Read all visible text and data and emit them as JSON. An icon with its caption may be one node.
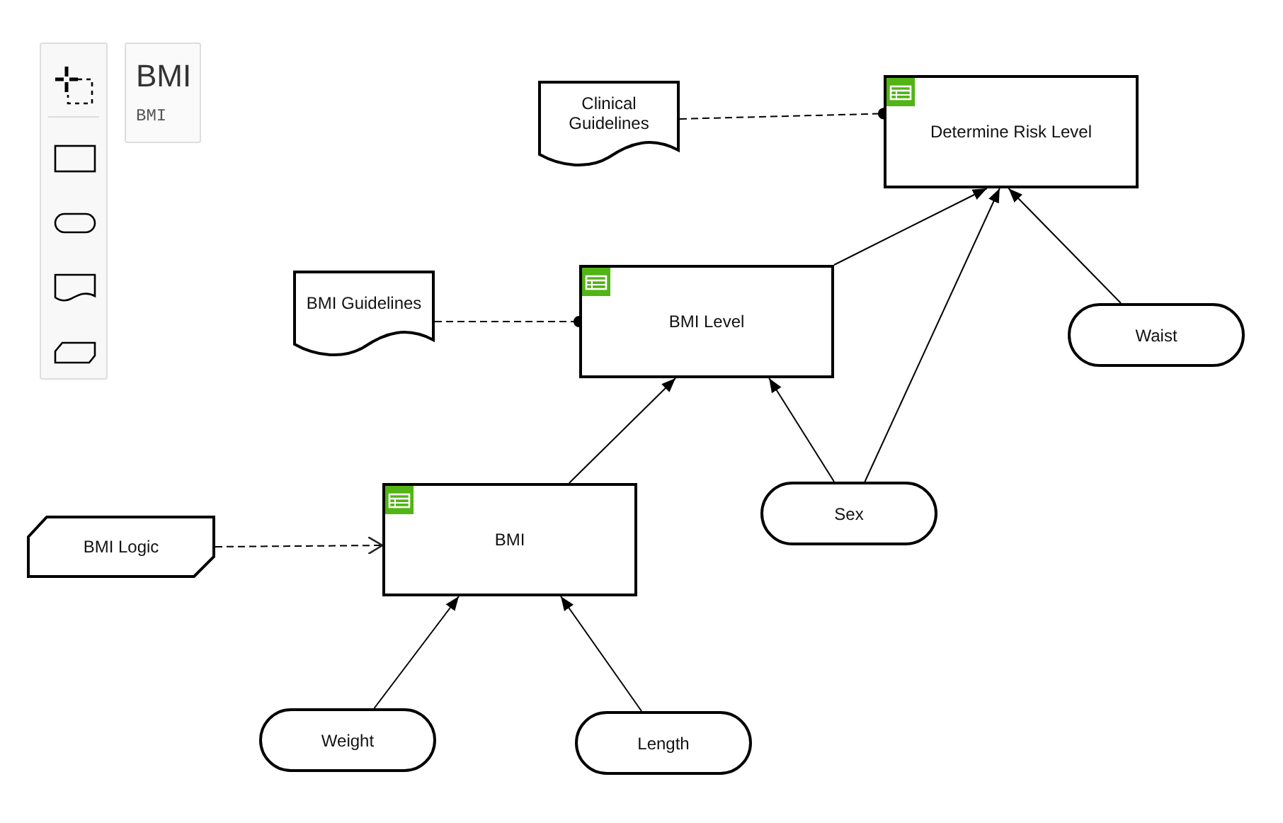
{
  "diagram": {
    "nodes": [
      {
        "text": [
          "Clinical Guidelines"
        ]
      },
      {
        "text": [
          "Determine Risk Level"
        ]
      },
      {
        "text": [
          "BMI Guidelines"
        ]
      },
      {
        "text": [
          "BMI Level"
        ]
      },
      {
        "text": [
          "Waist"
        ]
      },
      {
        "text": [
          "BMI Logic"
        ]
      },
      {
        "text": [
          "BMI"
        ]
      },
      {
        "text": [
          "Sex"
        ]
      },
      {
        "text": [
          "Weight"
        ]
      },
      {
        "text": [
          "Length"
        ]
      }
    ],
    "edges": [
      {
        "from": 0,
        "to": 1,
        "arrow": "other",
        "style": "dashed"
      },
      {
        "from": 2,
        "to": 3,
        "arrow": "other",
        "style": "dashed"
      },
      {
        "from": 3,
        "to": 1,
        "arrow": "to"
      },
      {
        "from": 7,
        "to": 1,
        "arrow": "to"
      },
      {
        "from": 4,
        "to": 1,
        "arrow": "to"
      },
      {
        "from": 6,
        "to": 3,
        "arrow": "to"
      },
      {
        "from": 7,
        "to": 3,
        "arrow": "to"
      },
      {
        "from": 5,
        "to": 6,
        "arrow": "to",
        "style": "dashed"
      },
      {
        "from": 8,
        "to": 6,
        "arrow": "to"
      },
      {
        "from": 9,
        "to": 6,
        "arrow": "to"
      }
    ],
    "labels": [
      "BMI",
      "BMI"
    ]
  }
}
